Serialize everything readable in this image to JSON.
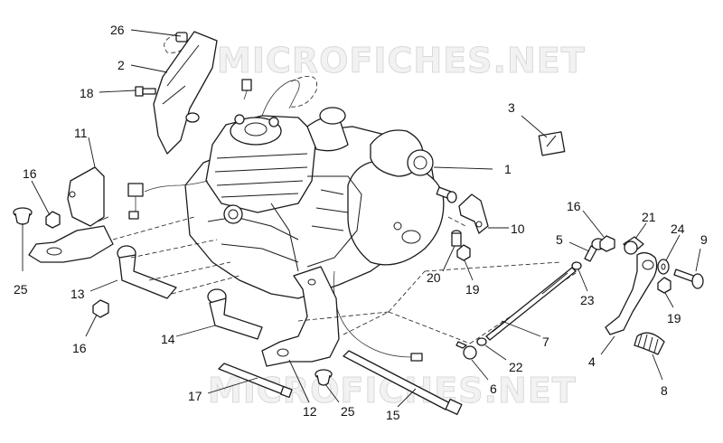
{
  "watermark": {
    "text": "MICROFICHES.NET"
  },
  "callouts": {
    "c1": "1",
    "c2": "2",
    "c3": "3",
    "c4": "4",
    "c5": "5",
    "c6": "6",
    "c7": "7",
    "c8": "8",
    "c9": "9",
    "c10": "10",
    "c11": "11",
    "c12": "12",
    "c13": "13",
    "c14": "14",
    "c15": "15",
    "c16a": "16",
    "c16b": "16",
    "c16c": "16",
    "c17": "17",
    "c18": "18",
    "c19a": "19",
    "c19b": "19",
    "c20": "20",
    "c21": "21",
    "c22": "22",
    "c23": "23",
    "c24": "24",
    "c25a": "25",
    "c25b": "25",
    "c26": "26"
  }
}
